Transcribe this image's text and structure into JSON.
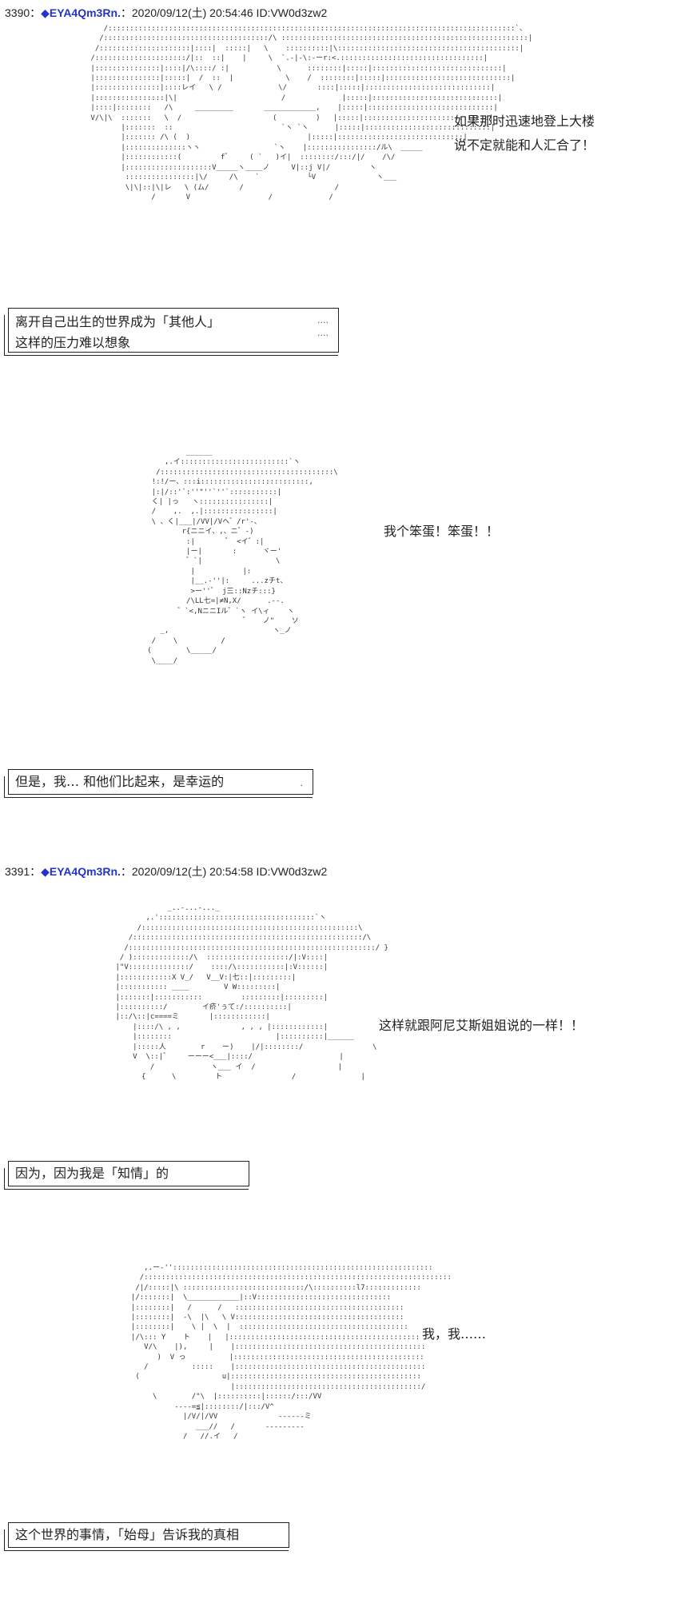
{
  "posts": [
    {
      "number": "3390",
      "separator": "：",
      "trip": "◆EYA4Qm3Rn.",
      "info": "：2020/09/12(土) 20:54:46 ID:VW0d3zw2"
    },
    {
      "number": "3391",
      "separator": "：",
      "trip": "◆EYA4Qm3Rn.",
      "info": "：2020/09/12(土) 20:54:58 ID:VW0d3zw2"
    }
  ],
  "speech": {
    "s1_line1": "如果那时迅速地登上大楼",
    "s1_line2": "说不定就能和人汇合了！",
    "s2": "我个笨蛋！笨蛋！！",
    "s3": "这样就跟阿尼艾斯姐姐说的一样！！",
    "s4": "我，我……"
  },
  "narration": {
    "n1_line1": "离开自己出生的世界成为「其他人」",
    "n1_line2": "这样的压力难以想象",
    "n2": "但是，我…  和他们比起来，是幸运的",
    "n3": "因为，因为我是「知情」的",
    "n4": "这个世界的事情，「始母」告诉我的真相",
    "dots": "....",
    "dot": "."
  }
}
